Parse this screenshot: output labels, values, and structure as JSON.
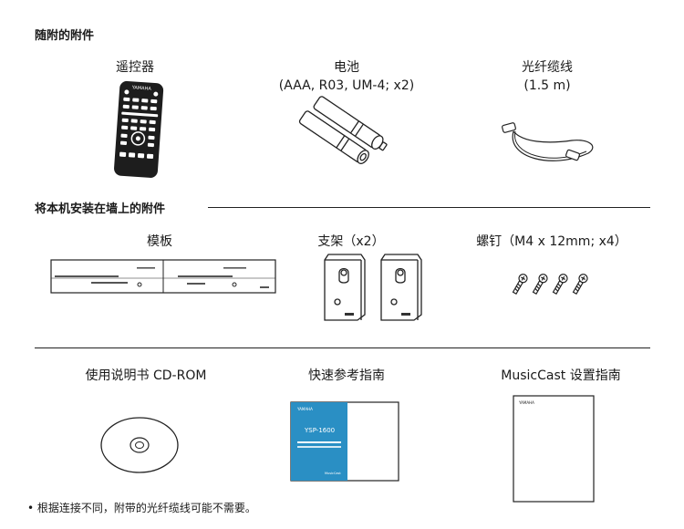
{
  "section1": {
    "heading": "随附的附件",
    "items": [
      {
        "label": "遥控器",
        "sub": ""
      },
      {
        "label": "电池",
        "sub": "(AAA, R03, UM-4; x2)"
      },
      {
        "label": "光纤缆线",
        "sub": "(1.5 m)"
      }
    ]
  },
  "section2": {
    "heading": "将本机安装在墙上的附件",
    "items": [
      {
        "label": "模板"
      },
      {
        "label": "支架（x2）"
      },
      {
        "label": "螺钉（M4 x 12mm; x4）"
      }
    ]
  },
  "section3": {
    "items": [
      {
        "label": "使用说明书 CD-ROM"
      },
      {
        "label": "快速参考指南"
      },
      {
        "label": "MusicCast 设置指南"
      }
    ],
    "quick_guide_cover": {
      "brand": "YAMAHA",
      "model": "YSP-1600",
      "series": "MusicCast"
    },
    "setup_guide_cover": {
      "brand": "YAMAHA"
    }
  },
  "remote": {
    "brand": "YAMAHA"
  },
  "footnote": "• 根据连接不同，附带的光纤缆线可能不需要。"
}
